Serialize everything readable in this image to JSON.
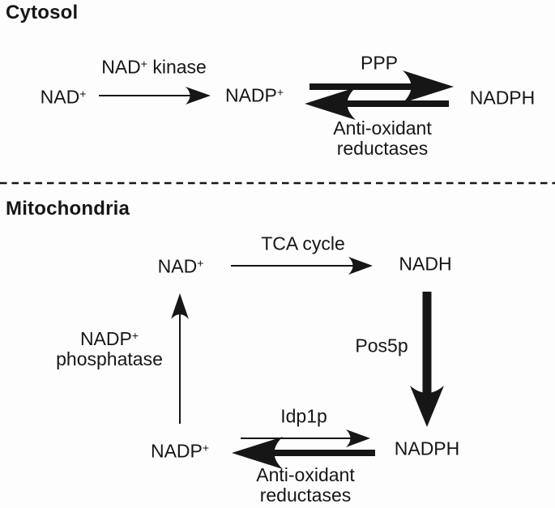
{
  "figure": {
    "background_color": "#fdfdfd",
    "ink_color": "#161616"
  },
  "cytosol": {
    "title": "Cytosol",
    "molecules": {
      "nad": {
        "base": "NAD",
        "sup": "+"
      },
      "nadp": {
        "base": "NADP",
        "sup": "+"
      },
      "nadph": "NADPH"
    },
    "labels": {
      "kinase": {
        "pre": "NAD",
        "sup": "+",
        "post": " kinase"
      },
      "ppp": "PPP",
      "antioxidant_line1": "Anti-oxidant",
      "antioxidant_line2": "reductases"
    }
  },
  "mitochondria": {
    "title": "Mitochondria",
    "molecules": {
      "nad": {
        "base": "NAD",
        "sup": "+"
      },
      "nadh": "NADH",
      "nadp": {
        "base": "NADP",
        "sup": "+"
      },
      "nadph": "NADPH"
    },
    "labels": {
      "tca": "TCA cycle",
      "pos5p": "Pos5p",
      "phosphatase_line1": {
        "pre": "NADP",
        "sup": "+"
      },
      "phosphatase_line2": "phosphatase",
      "idp1p": "Idp1p",
      "antioxidant_line1": "Anti-oxidant",
      "antioxidant_line2": "reductases"
    }
  }
}
